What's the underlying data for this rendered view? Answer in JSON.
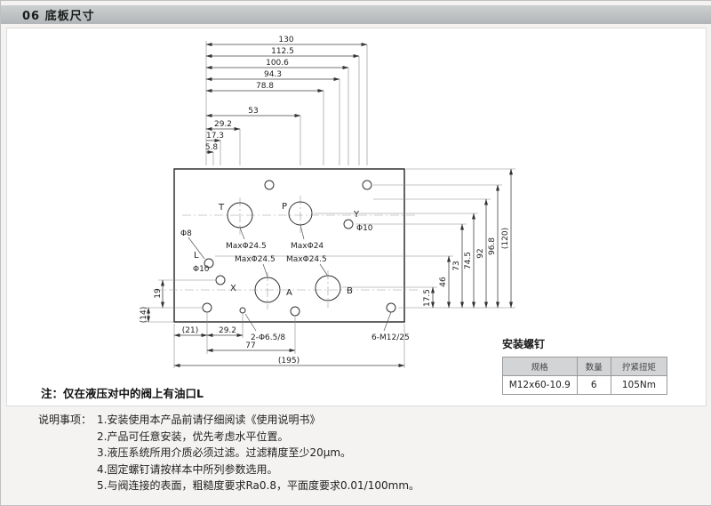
{
  "header": {
    "title": "06 底板尺寸"
  },
  "drawing": {
    "port_labels": {
      "t": "T",
      "p": "P",
      "y": "Y",
      "l": "L",
      "x": "X",
      "a": "A",
      "b": "B"
    },
    "feature_labels": {
      "t_max": "MaxΦ24.5",
      "p_max": "MaxΦ24",
      "a_max": "MaxΦ24.5",
      "b_max": "MaxΦ24.5",
      "d8": "Φ8",
      "d10_l": "Φ10",
      "d10_y": "Φ10",
      "pin": "2-Φ6.5/8",
      "mount": "6-M12/25"
    },
    "dims_top": [
      "130",
      "112.5",
      "100.6",
      "94.3",
      "78.8",
      "53",
      "29.2",
      "17.3",
      "5.8"
    ],
    "dims_right": [
      "17.5",
      "46",
      "73",
      "74.5",
      "92",
      "96.8",
      "(120)"
    ],
    "dims_bottom": [
      "(21)",
      "29.2",
      "77",
      "(195)"
    ],
    "dims_left": [
      "19",
      "(14)"
    ]
  },
  "screw_table": {
    "title": "安装螺钉",
    "headers": [
      "规格",
      "数量",
      "拧紧扭矩"
    ],
    "rows": [
      [
        "M12x60-10.9",
        "6",
        "105Nm"
      ]
    ]
  },
  "note": "注：仅在液压对中的阀上有油口L",
  "instructions": {
    "label": "说明事项：",
    "items": [
      "1.安装使用本产品前请仔细阅读《使用说明书》",
      "2.产品可任意安装，优先考虑水平位置。",
      "3.液压系统所用介质必须过滤。过滤精度至少20μm。",
      "4.固定螺钉请按样本中所列参数选用。",
      "5.与阀连接的表面，粗糙度要求Ra0.8，平面度要求0.01/100mm。"
    ]
  }
}
